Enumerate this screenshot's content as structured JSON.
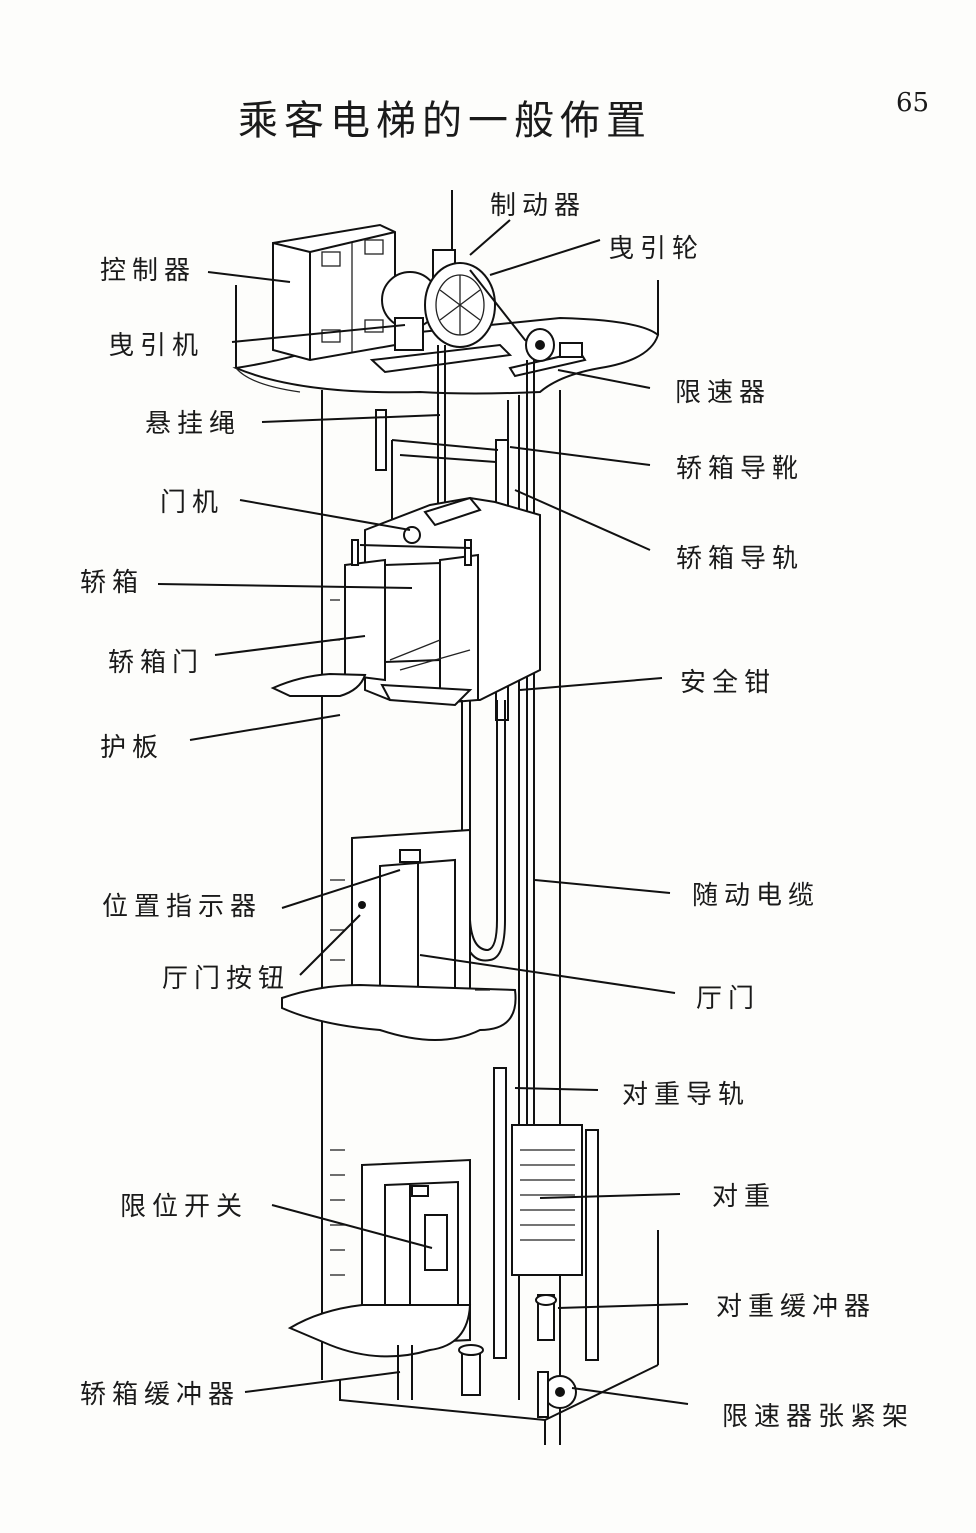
{
  "title": "乘客电梯的一般佈置",
  "page_number": "65",
  "labels": {
    "brake": "制动器",
    "traction_sheave": "曳引轮",
    "controller": "控制器",
    "traction_machine": "曳引机",
    "governor": "限速器",
    "suspension_rope": "悬挂绳",
    "car_guide_shoe": "轿箱导靴",
    "door_operator": "门机",
    "car_guide_rail": "轿箱导轨",
    "car": "轿箱",
    "car_door": "轿箱门",
    "safety_gear": "安全钳",
    "toe_guard": "护板",
    "travelling_cable": "随动电缆",
    "position_indicator": "位置指示器",
    "hall_button": "厅门按钮",
    "landing_door": "厅门",
    "cwt_guide_rail": "对重导轨",
    "counterweight": "对重",
    "limit_switch": "限位开关",
    "cwt_buffer": "对重缓冲器",
    "car_buffer": "轿箱缓冲器",
    "governor_tension": "限速器张紧架"
  }
}
